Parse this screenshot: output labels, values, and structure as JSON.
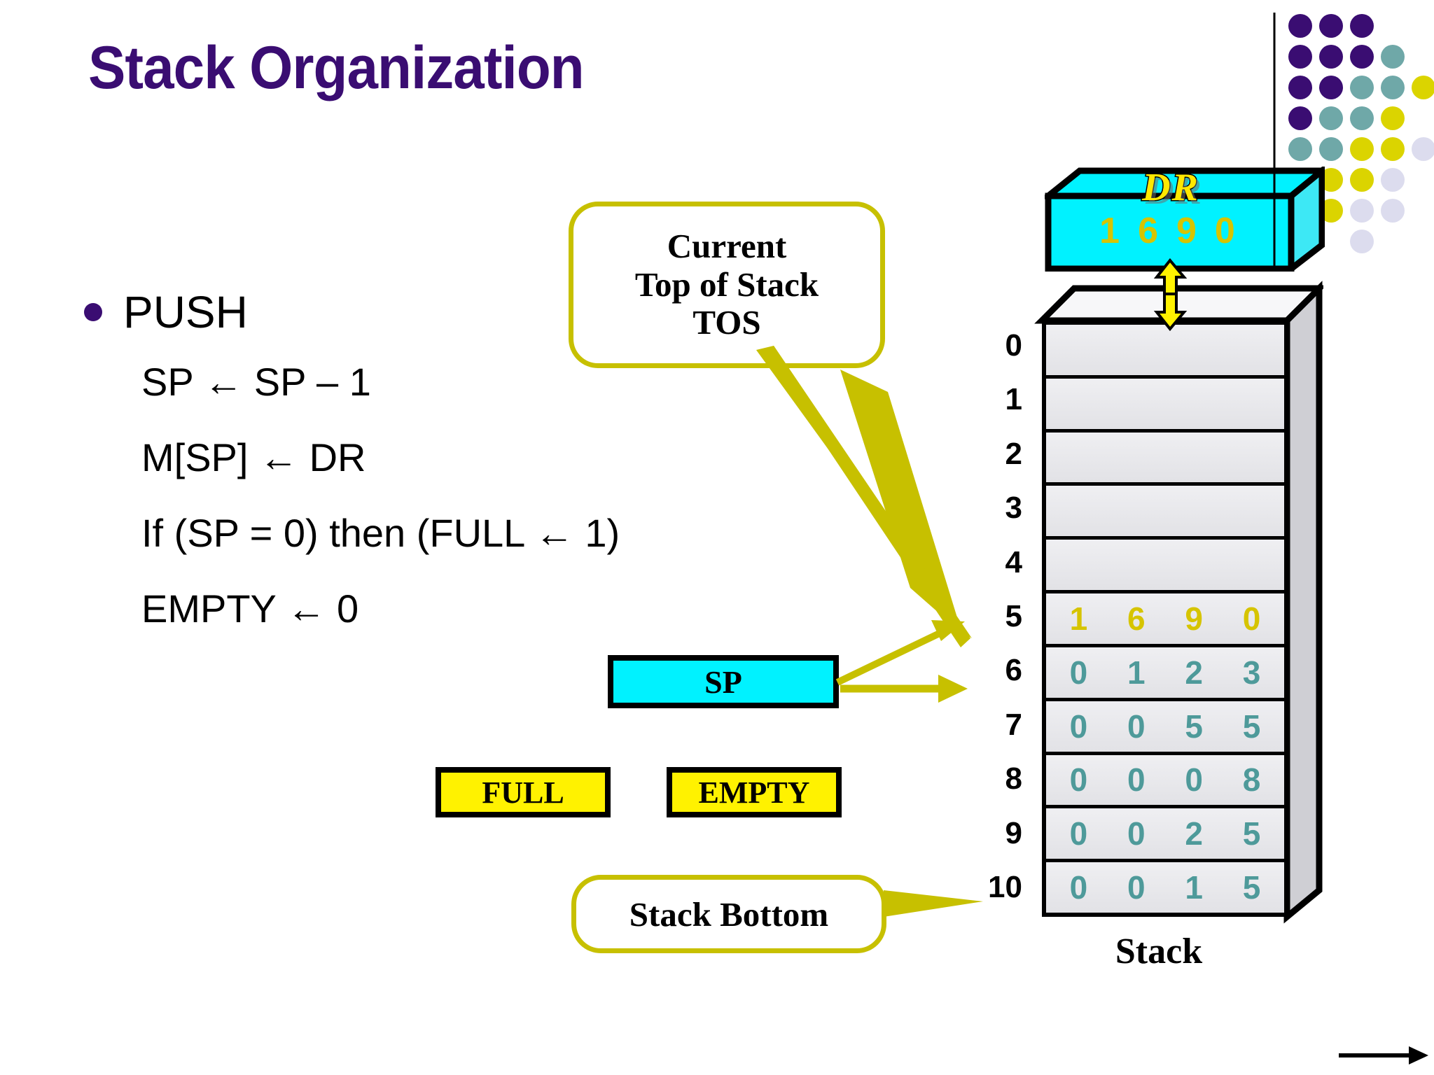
{
  "slide": {
    "title": "Stack Organization",
    "title_color": "#3A0D72",
    "background": "#FFFFFF"
  },
  "content": {
    "bullet": "PUSH",
    "lines": [
      "SP ← SP – 1",
      "M[SP] ← DR",
      "If (SP = 0) then (FULL ← 1)",
      "EMPTY ← 0"
    ]
  },
  "callouts": {
    "tos": {
      "line1": "Current",
      "line2": "Top of Stack",
      "line3": "TOS",
      "border_color": "#C7C000"
    },
    "bottom": {
      "label": "Stack Bottom",
      "border_color": "#C7C000"
    }
  },
  "registers": {
    "dr": {
      "label": "DR",
      "value": "1690",
      "fill": "#00F2FF",
      "label_color": "#FFE800",
      "value_color": "#D6C400"
    },
    "sp": {
      "label": "SP",
      "fill": "#00F2FF"
    },
    "full": {
      "label": "FULL",
      "fill": "#FFF200"
    },
    "empty": {
      "label": "EMPTY",
      "fill": "#FFF200"
    }
  },
  "stack": {
    "caption": "Stack",
    "new_value_color": "#D6C400",
    "value_color": "#4E9A9A",
    "cell_fill": "#E6E6E9",
    "rows": [
      {
        "index": "0",
        "value": "",
        "state": "empty"
      },
      {
        "index": "1",
        "value": "",
        "state": "empty"
      },
      {
        "index": "2",
        "value": "",
        "state": "empty"
      },
      {
        "index": "3",
        "value": "",
        "state": "empty"
      },
      {
        "index": "4",
        "value": "",
        "state": "empty"
      },
      {
        "index": "5",
        "value": "1690",
        "state": "new"
      },
      {
        "index": "6",
        "value": "0123",
        "state": "filled"
      },
      {
        "index": "7",
        "value": "0055",
        "state": "filled"
      },
      {
        "index": "8",
        "value": "0008",
        "state": "filled"
      },
      {
        "index": "9",
        "value": "0025",
        "state": "filled"
      },
      {
        "index": "10",
        "value": "0015",
        "state": "filled"
      }
    ]
  },
  "decoration": {
    "dot_colors": {
      "purple": "#3A0D72",
      "teal": "#6FA8A8",
      "yellow": "#DBD400",
      "lavender": "#DCDCEE"
    }
  }
}
